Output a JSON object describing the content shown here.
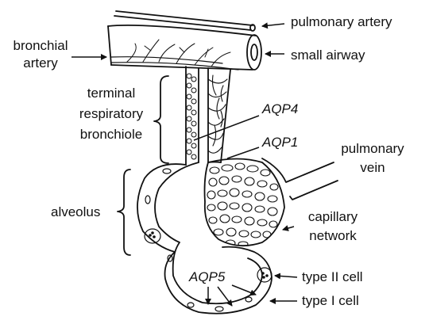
{
  "labels": {
    "pulmonary_artery": "pulmonary artery",
    "bronchial_artery_1": "bronchial",
    "bronchial_artery_2": "artery",
    "small_airway": "small airway",
    "trb_1": "terminal",
    "trb_2": "respiratory",
    "trb_3": "bronchiole",
    "aqp4": "AQP4",
    "aqp1": "AQP1",
    "pulmonary_vein_1": "pulmonary",
    "pulmonary_vein_2": "vein",
    "alveolus": "alveolus",
    "capillary_network_1": "capillary",
    "capillary_network_2": "network",
    "aqp5": "AQP5",
    "type2_cell": "type II cell",
    "type1_cell": "type I cell"
  },
  "colors": {
    "ink": "#111111",
    "background": "#ffffff"
  }
}
